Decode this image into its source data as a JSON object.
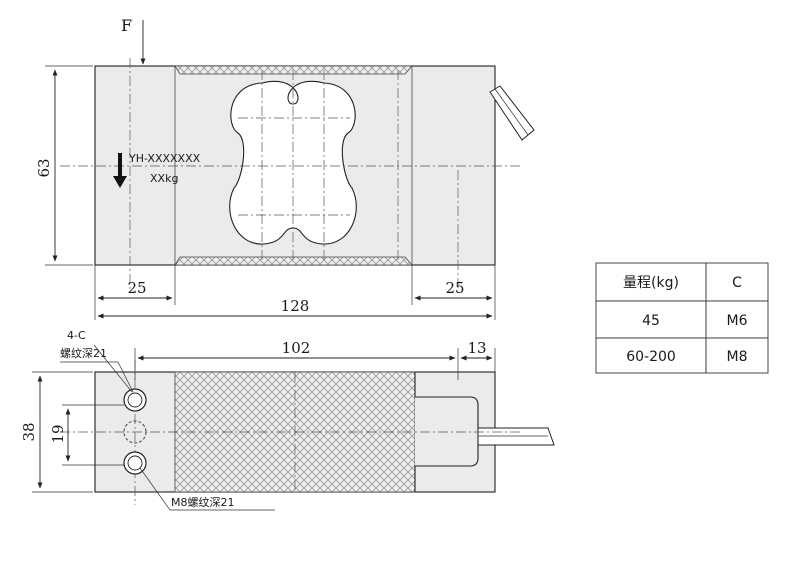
{
  "top_view": {
    "force_label": "F",
    "dim_height": "63",
    "dim_left_inset": "25",
    "dim_right_inset": "25",
    "dim_total_length": "128",
    "label_model": "YH-XXXXXXX",
    "label_capacity": "XXkg"
  },
  "bottom_view": {
    "dim_height": "38",
    "dim_hole_spacing": "19",
    "dim_pitch": "102",
    "dim_end": "13",
    "callout_holes_count": "4-C",
    "callout_holes_spec": "螺纹深21",
    "callout_bottom_spec": "M8螺纹深21"
  },
  "spec_table": {
    "headers": [
      "量程(kg)",
      "C"
    ],
    "rows": [
      [
        "45",
        "M6"
      ],
      [
        "60-200",
        "M8"
      ]
    ]
  }
}
